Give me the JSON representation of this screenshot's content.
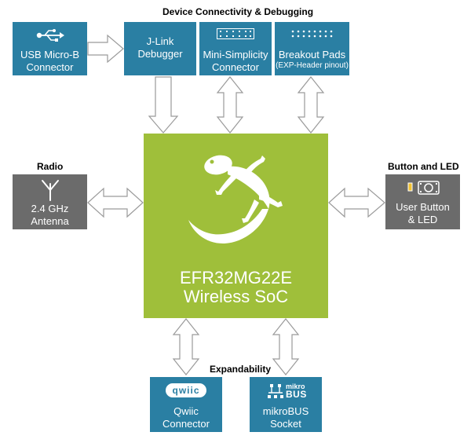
{
  "sections": {
    "connectivity": "Device Connectivity & Debugging",
    "radio": "Radio",
    "button_led": "Button and LED",
    "expandability": "Expandability"
  },
  "blocks": {
    "usb": {
      "line1": "USB Micro-B",
      "line2": "Connector",
      "icon": "usb-icon"
    },
    "jlink": {
      "line1": "J-Link",
      "line2": "Debugger"
    },
    "mini": {
      "line1": "Mini-Simplicity",
      "line2": "Connector",
      "icon": "pin-header-icon"
    },
    "breakout": {
      "line1": "Breakout Pads",
      "line2": "(EXP-Header pinout)",
      "icon": "pin-header-icon"
    },
    "antenna": {
      "line1": "2.4 GHz",
      "line2": "Antenna",
      "icon": "antenna-icon"
    },
    "button": {
      "line1": "User Button",
      "line2": "& LED",
      "icon": "button-led-icon"
    },
    "qwiic": {
      "logo": "qwiic",
      "line1": "Qwiic",
      "line2": "Connector"
    },
    "mikrobus": {
      "logo_top": "mikro",
      "logo_bottom": "BUS",
      "line1": "mikroBUS",
      "line2": "Socket"
    }
  },
  "soc": {
    "line1": "EFR32MG22E",
    "line2": "Wireless SoC",
    "logo": "gecko-logo"
  },
  "colors": {
    "teal": "#2a7fa3",
    "gray": "#6b6b6b",
    "green": "#9fbf3a",
    "arrow_stroke": "#9a9a9a"
  }
}
